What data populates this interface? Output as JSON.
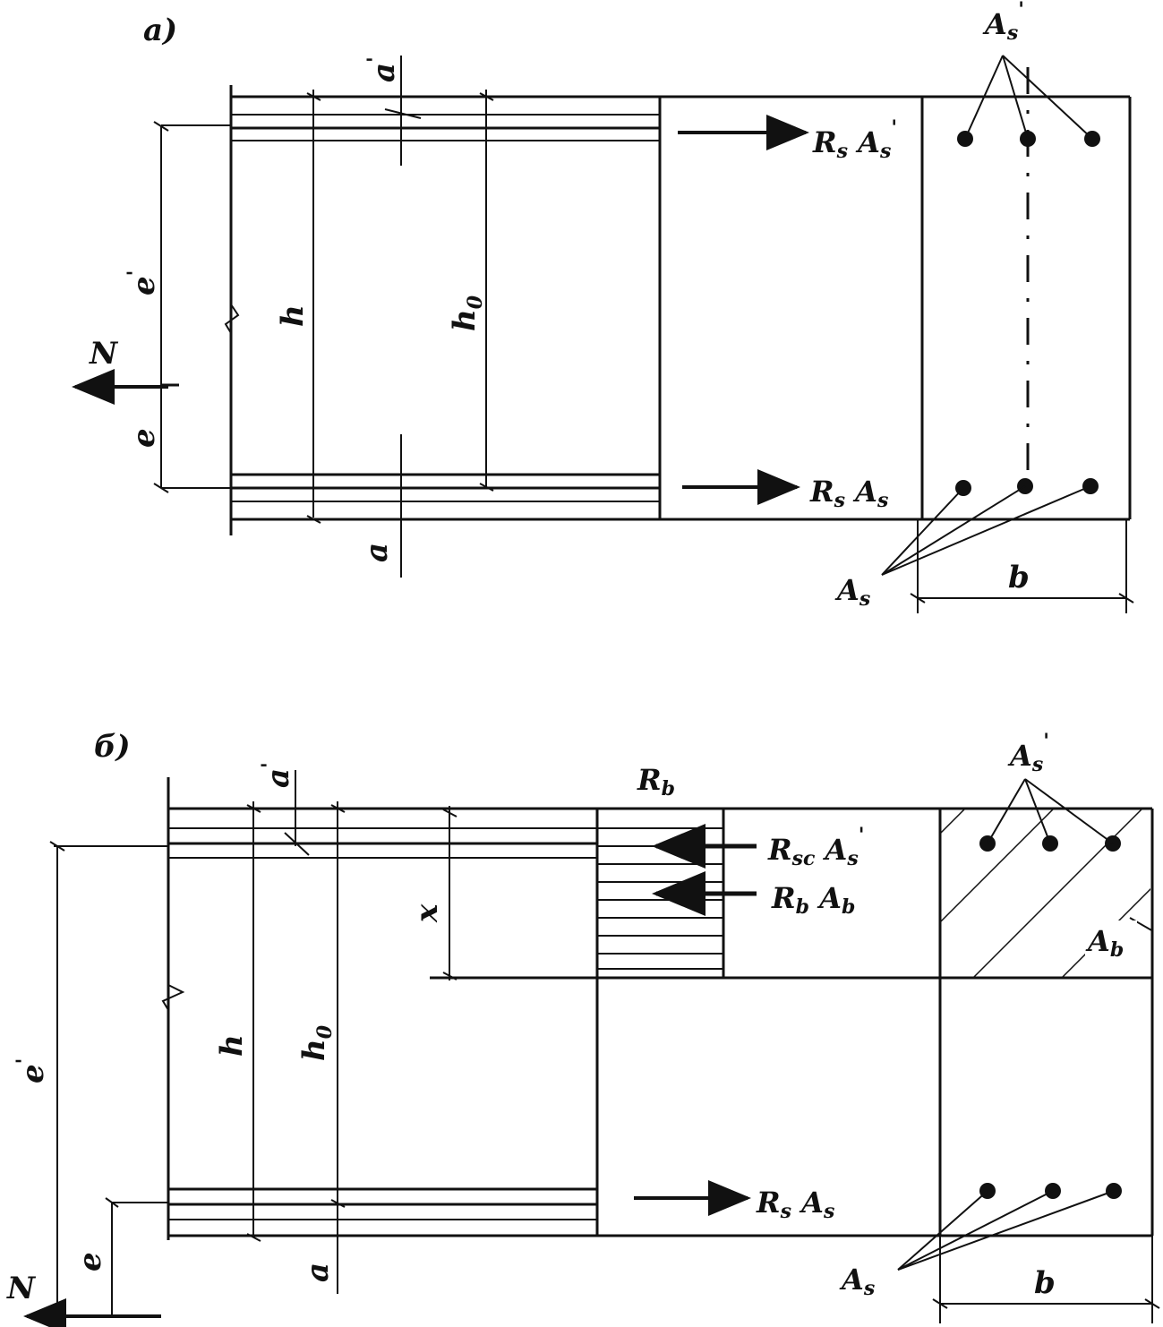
{
  "panel_a": {
    "label": "a)",
    "a_prime": "a",
    "h": "h",
    "h0": "h",
    "h0_sub": "0",
    "e_prime": "e",
    "e": "e",
    "a": "a",
    "N": "N",
    "b": "b",
    "force_top": {
      "R": "R",
      "R_sub": "s",
      "A": "A",
      "A_sub": "s"
    },
    "force_bottom": {
      "R": "R",
      "R_sub": "s",
      "A": "A",
      "A_sub": "s"
    },
    "As_prime": {
      "A": "A",
      "sub": "s"
    },
    "As": {
      "A": "A",
      "sub": "s"
    }
  },
  "panel_b": {
    "label": "б)",
    "a_prime": "a",
    "h": "h",
    "h0": "h",
    "h0_sub": "0",
    "x": "x",
    "e_prime": "e",
    "e": "e",
    "a": "a",
    "N": "N",
    "b": "b",
    "Rb": {
      "R": "R",
      "sub": "b"
    },
    "force_sc": {
      "R": "R",
      "R_sub": "sc",
      "A": "A",
      "A_sub": "s"
    },
    "force_b": {
      "R": "R",
      "R_sub": "b",
      "A": "A",
      "A_sub": "b"
    },
    "force_bottom": {
      "R": "R",
      "R_sub": "s",
      "A": "A",
      "A_sub": "s"
    },
    "As_prime": {
      "A": "A",
      "sub": "s"
    },
    "Ab": {
      "A": "A",
      "sub": "b"
    },
    "As": {
      "A": "A",
      "sub": "s"
    }
  }
}
